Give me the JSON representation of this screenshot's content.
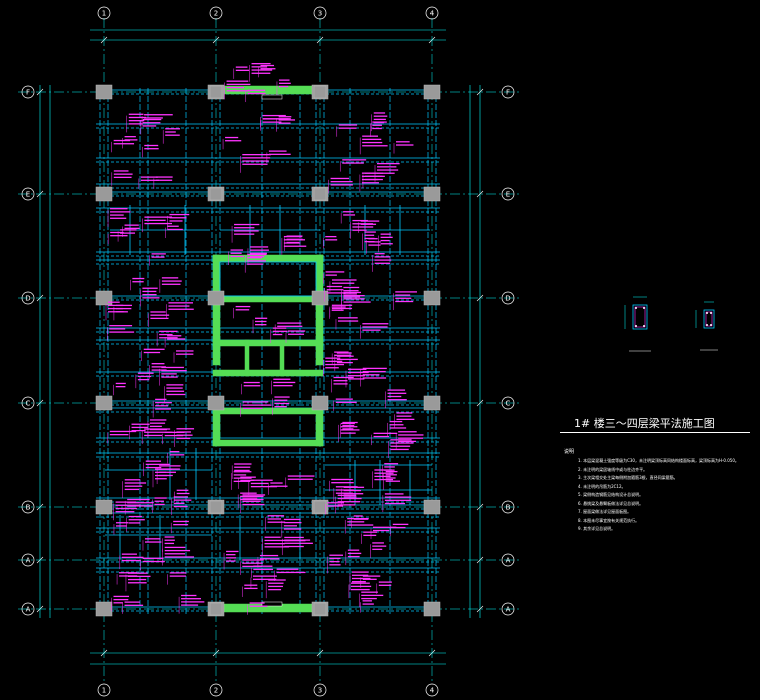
{
  "sheet_title": "1# 楼三～四层梁平法施工图",
  "notes_heading": "说明",
  "notes": [
    "1. 本层梁混凝土强度等级为C30，未注明梁顶标高同结构楼面标高，梁顶标高为H-0.050。",
    "2. 未注明的梁居轴线中或与柱边齐平。",
    "3. 主次梁相交处主梁每侧附加箍筋3根，直径同梁箍筋。",
    "4. 未注明的吊筋为2C12。",
    "5. 梁侧构造钢筋见结构设计总说明。",
    "6. 悬挑梁及悬臂板做法详见总说明。",
    "7. 屋面梁做法详见屋面板图。",
    "8. 本图未尽事宜按有关规范执行。",
    "9. 其余详见总说明。"
  ],
  "axes_top": [
    "1",
    "2",
    "3",
    "4"
  ],
  "axes_bottom": [
    "1",
    "2",
    "3",
    "4"
  ],
  "axes_left": [
    "F",
    "E",
    "D",
    "C",
    "B",
    "A",
    "A"
  ],
  "axes_right": [
    "F",
    "E",
    "D",
    "C",
    "B",
    "A",
    "A"
  ],
  "colors": {
    "background": "#000000",
    "axis": "#00ffff",
    "beam": "#00c8ff",
    "annotation": "#ff33ff",
    "wall": "#55dd55",
    "column": "#9a9a9a",
    "text": "#ffffff"
  }
}
